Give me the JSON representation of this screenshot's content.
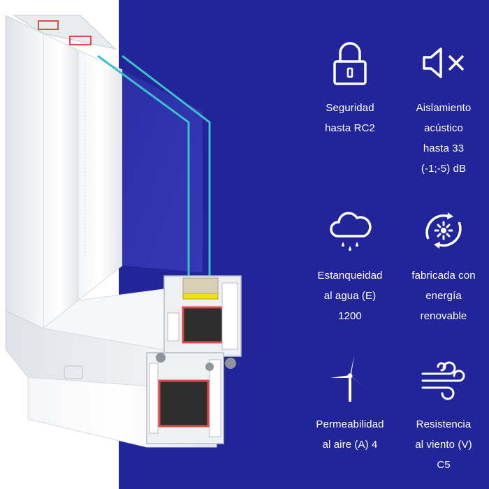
{
  "colors": {
    "background_panel": "#22249a",
    "glass_edge": "#3cc0c8",
    "seal_yellow": "#f2e400",
    "reinforcement_red": "#e04a4a"
  },
  "features": [
    {
      "icon": "padlock-icon",
      "label": "Seguridad\nhasta RC2"
    },
    {
      "icon": "speaker-mute-icon",
      "label": "Aislamiento\nacústico\nhasta 33\n(-1;-5) dB"
    },
    {
      "icon": "rain-cloud-icon",
      "label": "Estanqueidad\nal agua (E)\n1200"
    },
    {
      "icon": "renewable-energy-icon",
      "label": "fabricada con\nenergía\nrenovable"
    },
    {
      "icon": "wind-turbine-icon",
      "label": "Permeabilidad\nal aire (A) 4"
    },
    {
      "icon": "wind-icon",
      "label": "Resistencia\nal viento (V)\nC5"
    }
  ]
}
